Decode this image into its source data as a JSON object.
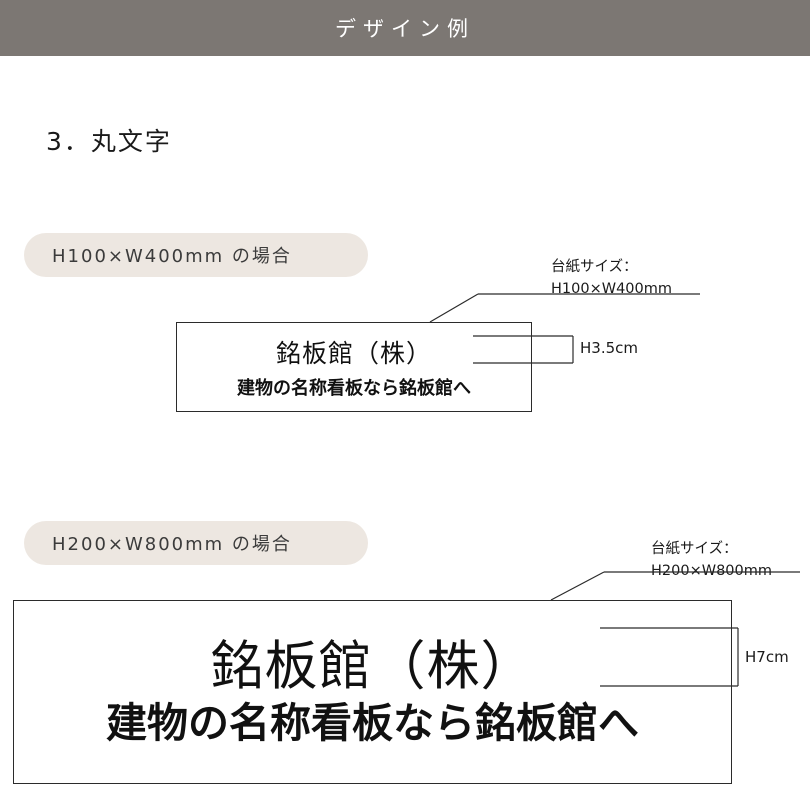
{
  "header": {
    "title": "デザイン例"
  },
  "section": {
    "heading": "3．丸文字"
  },
  "examples": [
    {
      "pill_label": "H100×W400mm の場合",
      "callout_line1": "台紙サイズ：",
      "callout_line2": "H100×W400mm",
      "height_label": "H3.5cm",
      "sign_main": "銘板館（株）",
      "sign_sub": "建物の名称看板なら銘板館へ"
    },
    {
      "pill_label": "H200×W800mm の場合",
      "callout_line1": "台紙サイズ：",
      "callout_line2": "H200×W800mm",
      "height_label": "H7cm",
      "sign_main": "銘板館（株）",
      "sign_sub": "建物の名称看板なら銘板館へ"
    }
  ],
  "colors": {
    "header_bar": "#7c7773",
    "pill_background": "#ede7e1",
    "plate_border": "#2b2b2b",
    "text": "#111111"
  }
}
